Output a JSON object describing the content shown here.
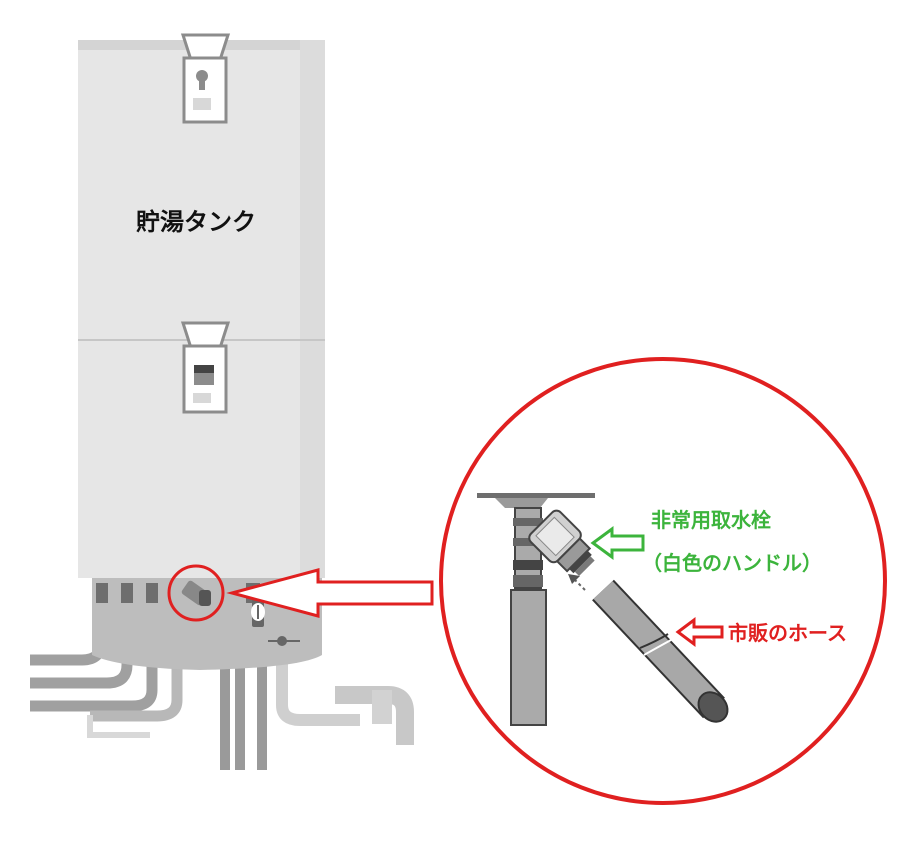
{
  "tank": {
    "label": "貯湯タンク"
  },
  "callouts": {
    "emergency_tap": "非常用取水栓",
    "handle_note": "（白色のハンドル）",
    "hose": "市販のホース"
  },
  "colors": {
    "tank_body": "#e6e6e6",
    "tank_top": "#d4d4d4",
    "base": "#bdbdbd",
    "pipe": "#a0a0a0",
    "pipe_dark": "#6e6e6e",
    "highlight_red": "#e02020",
    "label_green": "#3cb43c",
    "label_red": "#e02020"
  }
}
